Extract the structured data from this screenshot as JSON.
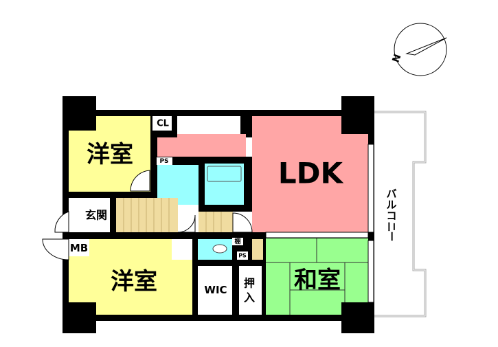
{
  "floorplan": {
    "rooms": {
      "western_room_1": "洋室",
      "western_room_2": "洋室",
      "ldk": "LDK",
      "japanese_room": "和室",
      "entrance": "玄関",
      "walk_in_closet": "WIC",
      "closet": "CL",
      "meter_box": "MB",
      "pipe_space_1": "PS",
      "pipe_space_2": "PS",
      "shelf": "棚",
      "oshiire_top": "押",
      "oshiire_bottom": "入",
      "balcony": [
        "バ",
        "ル",
        "コ",
        "ニ",
        "ー"
      ]
    },
    "compass_label": "N",
    "colors": {
      "western": "#ffff99",
      "ldk": "#ffa6a6",
      "japanese": "#99ff8f",
      "water": "#99ffff",
      "wood": "#f0dca0",
      "wall": "#000000"
    }
  }
}
